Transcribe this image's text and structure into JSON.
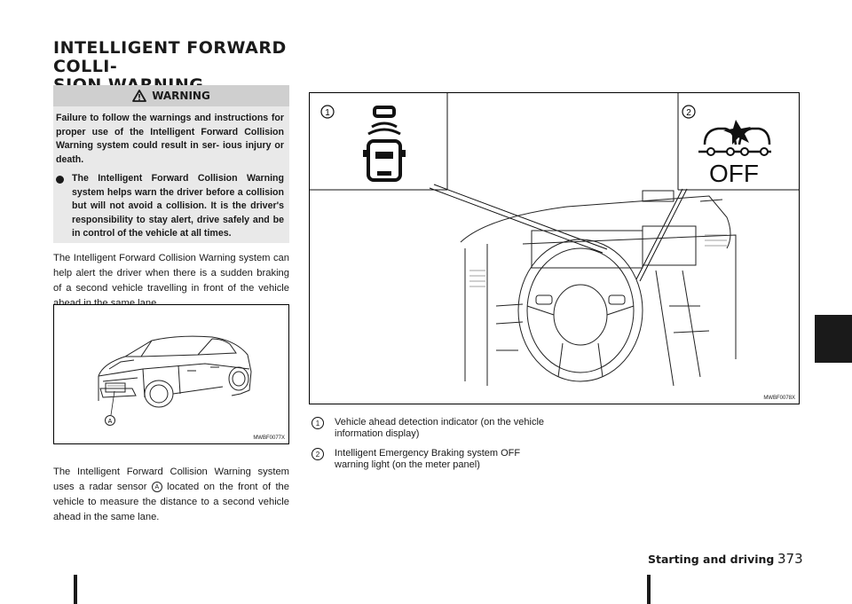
{
  "title": "INTELLIGENT FORWARD COLLI-\nSION WARNING",
  "warning": {
    "heading": "WARNING",
    "paragraph": "Failure to follow the warnings and instructions for proper use of the Intelligent Forward Collision Warning system could result in ser- ious injury or death.",
    "bullet": "The Intelligent Forward Collision Warning system helps warn the driver before a collision but will not avoid a collision. It is the driver's responsibility to stay alert, drive safely and be in control of the vehicle at all times."
  },
  "para1": "The Intelligent Forward Collision Warning system can help alert the driver when there is a sudden braking of a second vehicle travelling in front of the vehicle ahead in the same lane.",
  "figure1": {
    "code": "MWBF0077X",
    "marker": "A"
  },
  "para2": {
    "before": "The Intelligent Forward Collision Warning system uses a radar sensor",
    "marker": "A",
    "after": " located on the front of the vehicle to measure the distance to a second vehicle ahead in the same lane."
  },
  "figure2": {
    "code": "MWBF0078X",
    "label1": "1",
    "label2": "2",
    "off_text": "OFF"
  },
  "captions": [
    {
      "num": "1",
      "text": "Vehicle ahead detection indicator (on the vehicle information display)"
    },
    {
      "num": "2",
      "text": "Intelligent Emergency Braking system OFF warning light (on the meter panel)"
    }
  ],
  "footer": {
    "section": "Starting and driving",
    "page": "373"
  }
}
